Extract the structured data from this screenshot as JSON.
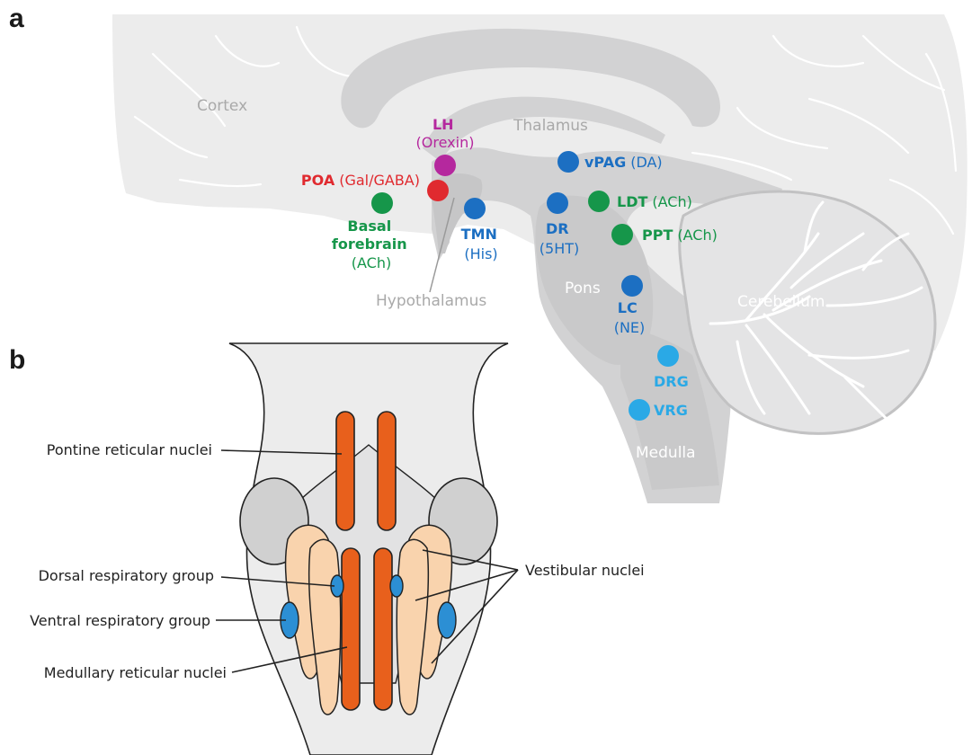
{
  "panels": {
    "a": "a",
    "b": "b"
  },
  "regions": {
    "cortex": "Cortex",
    "thalamus": "Thalamus",
    "hypothalamus": "Hypothalamus",
    "pons": "Pons",
    "cerebellum": "Cerebellum",
    "medulla": "Medulla"
  },
  "nuclei": {
    "lh": {
      "name": "LH",
      "transmitter": "(Orexin)",
      "color": "#b5289e"
    },
    "poa": {
      "name": "POA",
      "transmitter": "(Gal/GABA)",
      "color": "#e02a2f"
    },
    "basal_forebrain": {
      "line1": "Basal",
      "line2": "forebrain",
      "transmitter": "(ACh)",
      "color": "#16964a"
    },
    "tmn": {
      "name": "TMN",
      "transmitter": "(His)",
      "color": "#1c6fc2"
    },
    "vpag": {
      "name": "vPAG",
      "transmitter": "(DA)",
      "color": "#1c6fc2"
    },
    "dr": {
      "name": "DR",
      "transmitter": "(5HT)",
      "color": "#1c6fc2"
    },
    "ldt": {
      "name": "LDT",
      "transmitter": "(ACh)",
      "color": "#16964a"
    },
    "ppt": {
      "name": "PPT",
      "transmitter": "(ACh)",
      "color": "#16964a"
    },
    "lc": {
      "name": "LC",
      "transmitter": "(NE)",
      "color": "#1c6fc2"
    },
    "drg": {
      "name": "DRG",
      "color": "#2aa9e6"
    },
    "vrg": {
      "name": "VRG",
      "color": "#2aa9e6"
    }
  },
  "brainstem_labels": {
    "pontine": "Pontine reticular nuclei",
    "dorsal": "Dorsal respiratory group",
    "ventral": "Ventral respiratory group",
    "medullary": "Medullary reticular nuclei",
    "vestibular": "Vestibular nuclei"
  },
  "colors": {
    "brain_light": "#ececec",
    "brain_mid": "#d2d2d3",
    "reticular": "#e8601c",
    "vestibular": "#f9d3ad",
    "respiratory": "#2c8fd4",
    "inferior_colliculus": "#d0d0d0"
  }
}
